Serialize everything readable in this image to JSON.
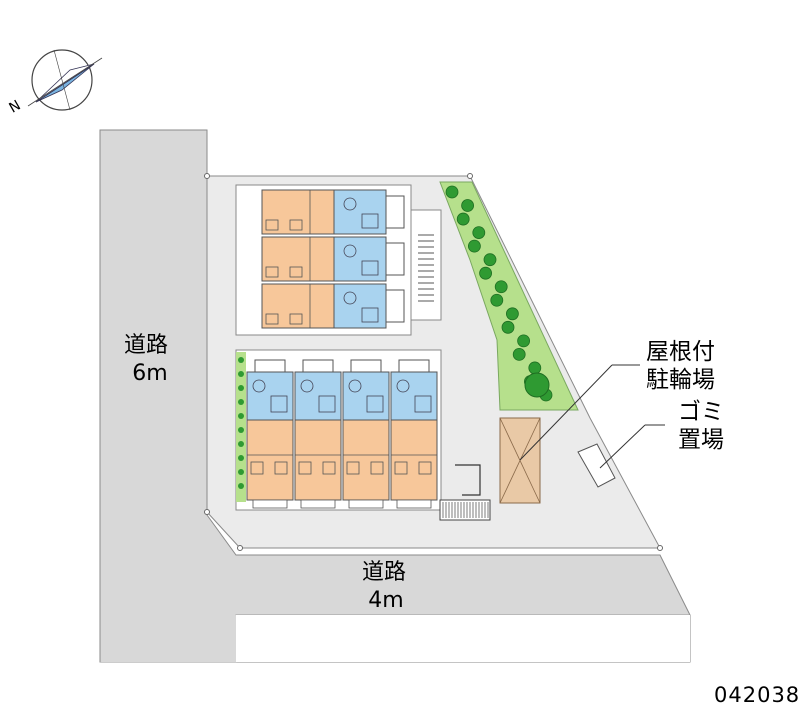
{
  "colors": {
    "road": "#d8d8d8",
    "lot": "#ebebeb",
    "unit_room": "#f7c79a",
    "unit_wet": "#a9d3ef",
    "greenery": "#b6e08c",
    "shrub": "#2f9a32",
    "bike_shed": "#e9c9a6"
  },
  "compass": {
    "north_marker": "N",
    "icon": "compass-icon"
  },
  "roads": {
    "west": {
      "name": "道路",
      "width": "6m"
    },
    "south": {
      "name": "道路",
      "width": "4m"
    }
  },
  "callouts": {
    "bicycle_parking": {
      "line1": "屋根付",
      "line2": "駐輪場"
    },
    "garbage": {
      "line1": "ゴミ",
      "line2": "置場"
    }
  },
  "property_code": "042038"
}
